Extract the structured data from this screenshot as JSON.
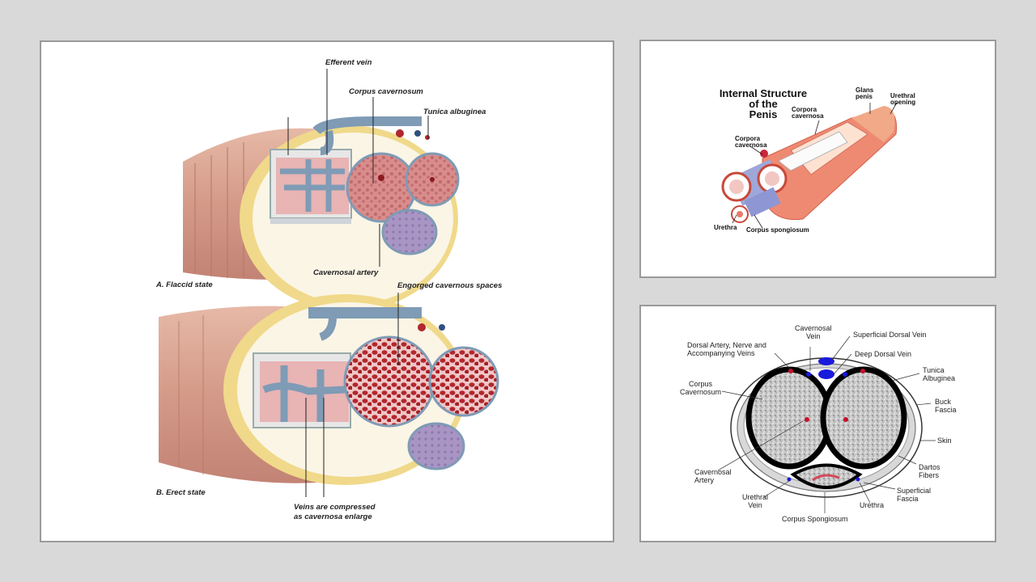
{
  "panel_a": {
    "labels": {
      "efferent_vein": "Efferent vein",
      "corpus_cavernosum": "Corpus cavernosum",
      "tunica_albuginea": "Tunica albuginea",
      "cavernosal_artery": "Cavernosal artery",
      "flaccid_state": "A. Flaccid state",
      "engorged_spaces": "Engorged cavernous spaces",
      "erect_state": "B. Erect state",
      "veins_compressed": "Veins are compressed\nas cavernosa enlarge"
    }
  },
  "panel_b": {
    "title": "Internal Structure\nof the\nPenis",
    "labels": {
      "glans_penis": "Glans\npenis",
      "urethral_opening": "Urethral\nopening",
      "corpora_cavernosa_top": "Corpora\ncavernosa",
      "corpora_cavernosa_left": "Corpora\ncavernosa",
      "urethra": "Urethra",
      "corpus_spongiosum": "Corpus spongiosum"
    }
  },
  "panel_c": {
    "labels": {
      "cavernosal_vein": "Cavernosal\nVein",
      "superficial_dorsal_vein": "Superficial Dorsal Vein",
      "dorsal_artery": "Dorsal Artery, Nerve and\nAccompanying Veins",
      "deep_dorsal_vein": "Deep Dorsal Vein",
      "tunica_albuginea": "Tunica\nAlbuginea",
      "corpus_cavernosum": "Corpus\nCavernosum",
      "buck_fascia": "Buck\nFascia",
      "skin": "Skin",
      "dartos_fibers": "Dartos\nFibers",
      "cavernosal_artery": "Cavernosal\nArtery",
      "superficial_fascia": "Superficial\nFascia",
      "urethral_vein": "Urethral\nVein",
      "urethra": "Urethra",
      "corpus_spongiosum": "Corpus Spongiosum"
    }
  }
}
